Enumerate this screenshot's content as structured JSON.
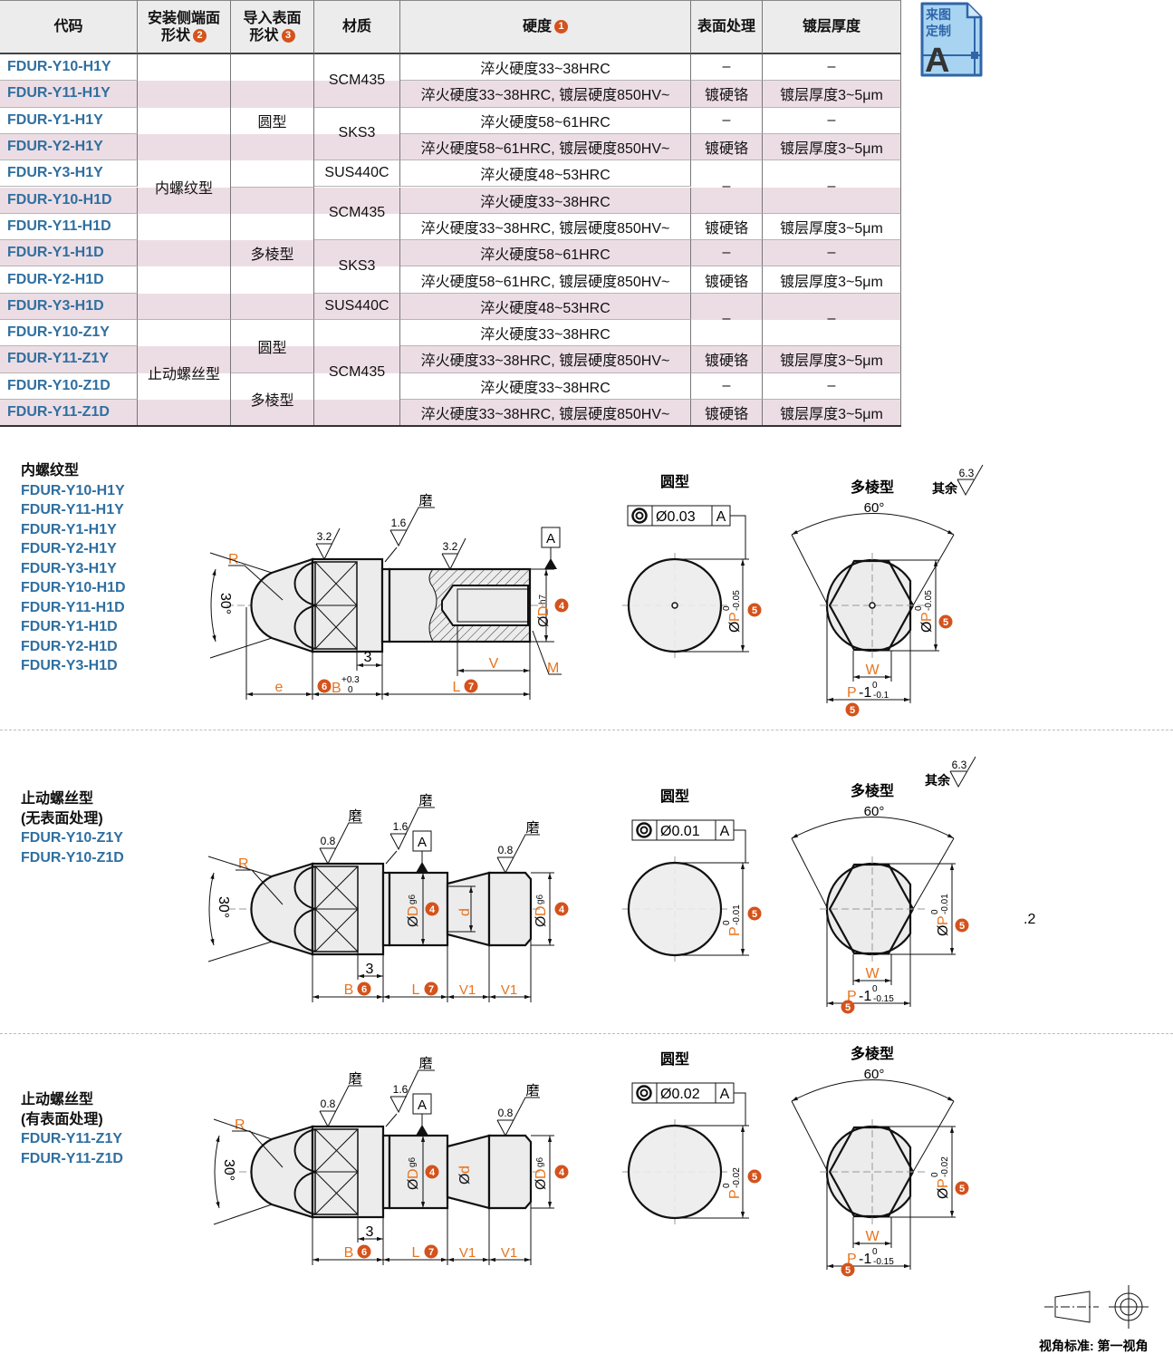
{
  "table": {
    "headers": [
      {
        "line1": "代码",
        "line2": "",
        "badge": ""
      },
      {
        "line1": "安装侧端面",
        "line2": "形状",
        "badge": "2"
      },
      {
        "line1": "导入表面",
        "line2": "形状",
        "badge": "3"
      },
      {
        "line1": "材质",
        "line2": "",
        "badge": ""
      },
      {
        "line1": "硬度",
        "line2": "",
        "badge": "1"
      },
      {
        "line1": "表面处理",
        "line2": "",
        "badge": ""
      },
      {
        "line1": "镀层厚度",
        "line2": "",
        "badge": ""
      }
    ],
    "rows": [
      {
        "code": "FDUR-Y10-H1Y",
        "hardness": "淬火硬度33~38HRC"
      },
      {
        "code": "FDUR-Y11-H1Y",
        "hardness": "淬火硬度33~38HRC, 镀层硬度850HV~"
      },
      {
        "code": "FDUR-Y1-H1Y",
        "hardness": "淬火硬度58~61HRC"
      },
      {
        "code": "FDUR-Y2-H1Y",
        "hardness": "淬火硬度58~61HRC, 镀层硬度850HV~"
      },
      {
        "code": "FDUR-Y3-H1Y",
        "hardness": "淬火硬度48~53HRC"
      },
      {
        "code": "FDUR-Y10-H1D",
        "hardness": "淬火硬度33~38HRC"
      },
      {
        "code": "FDUR-Y11-H1D",
        "hardness": "淬火硬度33~38HRC, 镀层硬度850HV~"
      },
      {
        "code": "FDUR-Y1-H1D",
        "hardness": "淬火硬度58~61HRC"
      },
      {
        "code": "FDUR-Y2-H1D",
        "hardness": "淬火硬度58~61HRC, 镀层硬度850HV~"
      },
      {
        "code": "FDUR-Y3-H1D",
        "hardness": "淬火硬度48~53HRC"
      },
      {
        "code": "FDUR-Y10-Z1Y",
        "hardness": "淬火硬度33~38HRC"
      },
      {
        "code": "FDUR-Y11-Z1Y",
        "hardness": "淬火硬度33~38HRC, 镀层硬度850HV~"
      },
      {
        "code": "FDUR-Y10-Z1D",
        "hardness": "淬火硬度33~38HRC"
      },
      {
        "code": "FDUR-Y11-Z1D",
        "hardness": "淬火硬度33~38HRC, 镀层硬度850HV~"
      }
    ],
    "mount_shape": [
      {
        "text": "内螺纹型",
        "span": 10
      },
      {
        "text": "止动螺丝型",
        "span": 4
      }
    ],
    "lead_shape": [
      {
        "text": "圆型",
        "span": 5
      },
      {
        "text": "多棱型",
        "span": 5
      },
      {
        "text": "圆型",
        "span": 2
      },
      {
        "text": "多棱型",
        "span": 2
      }
    ],
    "material": [
      {
        "text": "SCM435",
        "span": 2
      },
      {
        "text": "SKS3",
        "span": 2
      },
      {
        "text": "SUS440C",
        "span": 1
      },
      {
        "text": "SCM435",
        "span": 2
      },
      {
        "text": "SKS3",
        "span": 2
      },
      {
        "text": "SUS440C",
        "span": 1
      },
      {
        "text": "SCM435",
        "span": 4
      }
    ],
    "surface": [
      {
        "text": "–",
        "span": 1
      },
      {
        "text": "镀硬铬",
        "span": 1
      },
      {
        "text": "–",
        "span": 1
      },
      {
        "text": "镀硬铬",
        "span": 1
      },
      {
        "text": "–",
        "span": 2
      },
      {
        "text": "镀硬铬",
        "span": 1
      },
      {
        "text": "–",
        "span": 1
      },
      {
        "text": "镀硬铬",
        "span": 1
      },
      {
        "text": "–",
        "span": 2
      },
      {
        "text": "镀硬铬",
        "span": 1
      },
      {
        "text": "–",
        "span": 1
      },
      {
        "text": "镀硬铬",
        "span": 1
      }
    ],
    "thickness": [
      {
        "text": "–",
        "span": 1
      },
      {
        "text": "镀层厚度3~5μm",
        "span": 1
      },
      {
        "text": "–",
        "span": 1
      },
      {
        "text": "镀层厚度3~5μm",
        "span": 1
      },
      {
        "text": "–",
        "span": 2
      },
      {
        "text": "镀层厚度3~5μm",
        "span": 1
      },
      {
        "text": "–",
        "span": 1
      },
      {
        "text": "镀层厚度3~5μm",
        "span": 1
      },
      {
        "text": "–",
        "span": 2
      },
      {
        "text": "镀层厚度3~5μm",
        "span": 1
      },
      {
        "text": "–",
        "span": 1
      },
      {
        "text": "镀层厚度3~5μm",
        "span": 1
      }
    ]
  },
  "colors": {
    "stripe": "#ecdde4",
    "code_blue": "#2f6fa0",
    "dim_orange": "#e8741c",
    "badge": "#d4521c",
    "header_bg": "#ececec"
  },
  "custom_icon": {
    "line1": "来图",
    "line2": "定制",
    "letter": "A",
    "icon": "custom-drawing-icon"
  },
  "sections": [
    {
      "title": "内螺纹型",
      "subtitle": "",
      "codes": [
        "FDUR-Y10-H1Y",
        "FDUR-Y11-H1Y",
        "FDUR-Y1-H1Y",
        "FDUR-Y2-H1Y",
        "FDUR-Y3-H1Y",
        "FDUR-Y10-H1D",
        "FDUR-Y11-H1D",
        "FDUR-Y1-H1D",
        "FDUR-Y2-H1D",
        "FDUR-Y3-H1D"
      ],
      "runout": "Ø0.03",
      "p_tol": "-0.05",
      "p1_tol": "-0.1"
    },
    {
      "title": "止动螺丝型",
      "subtitle": "(无表面处理)",
      "codes": [
        "FDUR-Y10-Z1Y",
        "FDUR-Y10-Z1D"
      ],
      "runout": "Ø0.01",
      "p_tol": "-0.01",
      "p1_tol": "-0.15"
    },
    {
      "title": "止动螺丝型",
      "subtitle": "(有表面处理)",
      "codes": [
        "FDUR-Y11-Z1Y",
        "FDUR-Y11-Z1D"
      ],
      "runout": "Ø0.02",
      "p_tol": "-0.02",
      "p1_tol": "-0.15"
    }
  ],
  "labels": {
    "round": "圆型",
    "poly": "多棱型",
    "deg60": "60°",
    "deg30": "30°",
    "grind": "磨",
    "others": "其余",
    "ra63": "6.3",
    "ra32": "3.2",
    "ra16": "1.6",
    "ra08": "0.8",
    "R": "R",
    "e": "e",
    "B": "B",
    "L": "L",
    "V": "V",
    "V1": "V1",
    "M": "M",
    "A": "A",
    "three": "3",
    "phi": "Ø",
    "D": "D",
    "h7": "h7",
    "g6": "g6",
    "d": "d",
    "P": "P",
    "W": "W",
    "minus1": "-1",
    "zero": "0",
    "b_tol_up": "+0.3",
    "stray": ".2"
  },
  "badges": {
    "n4": "4",
    "n5": "5",
    "n6": "6",
    "n7": "7"
  },
  "footer": {
    "view_standard": "视角标准: 第一视角"
  }
}
